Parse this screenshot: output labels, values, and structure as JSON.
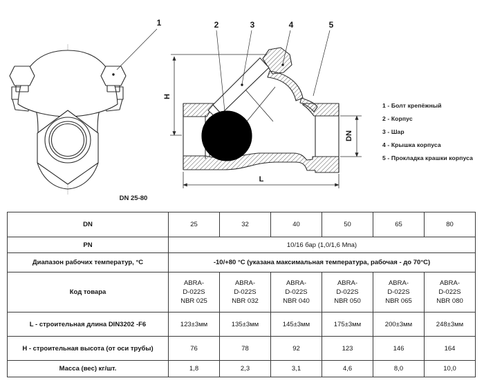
{
  "drawing": {
    "callouts": [
      "1",
      "2",
      "3",
      "4",
      "5"
    ],
    "dim_labels": {
      "h": "H",
      "dn": "DN",
      "l": "L"
    },
    "size_range_label": "DN 25-80",
    "legend": {
      "items": [
        "1 - Болт крепёжный",
        "2 - Корпус",
        "3 - Шар",
        "4 - Крышка корпуса",
        "5 - Прокладка крашки корпуса"
      ]
    }
  },
  "table": {
    "rows": [
      {
        "label": "DN",
        "cells": [
          "25",
          "32",
          "40",
          "50",
          "65",
          "80"
        ]
      },
      {
        "label": "PN",
        "span": "10/16 бар (1,0/1,6 Мпа)"
      },
      {
        "label": "Диапазон рабочих температур, °С",
        "span": "-10/+80 °С (указана максимальная температура, рабочая - до 70°С)"
      },
      {
        "label": "Код товара",
        "cells": [
          "ABRA-\nD-022S\nNBR 025",
          "ABRA-\nD-022S\nNBR 032",
          "ABRA-\nD-022S\nNBR 040",
          "ABRA-\nD-022S\nNBR 050",
          "ABRA-\nD-022S\nNBR 065",
          "ABRA-\nD-022S\nNBR 080"
        ]
      },
      {
        "label": "L - строительная длина DIN3202 -F6",
        "cells": [
          "123±3мм",
          "135±3мм",
          "145±3мм",
          "175±3мм",
          "200±3мм",
          "248±3мм"
        ]
      },
      {
        "label": "H - строительная  высота (от оси трубы)",
        "cells": [
          "76",
          "78",
          "92",
          "123",
          "146",
          "164"
        ]
      },
      {
        "label": "Масса (вес) кг/шт.",
        "cells": [
          "1,8",
          "2,3",
          "3,1",
          "4,6",
          "8,0",
          "10,0"
        ]
      }
    ]
  },
  "colors": {
    "line": "#2b2b2b",
    "hatch": "#555555",
    "ball": "#000000",
    "background": "#ffffff"
  }
}
